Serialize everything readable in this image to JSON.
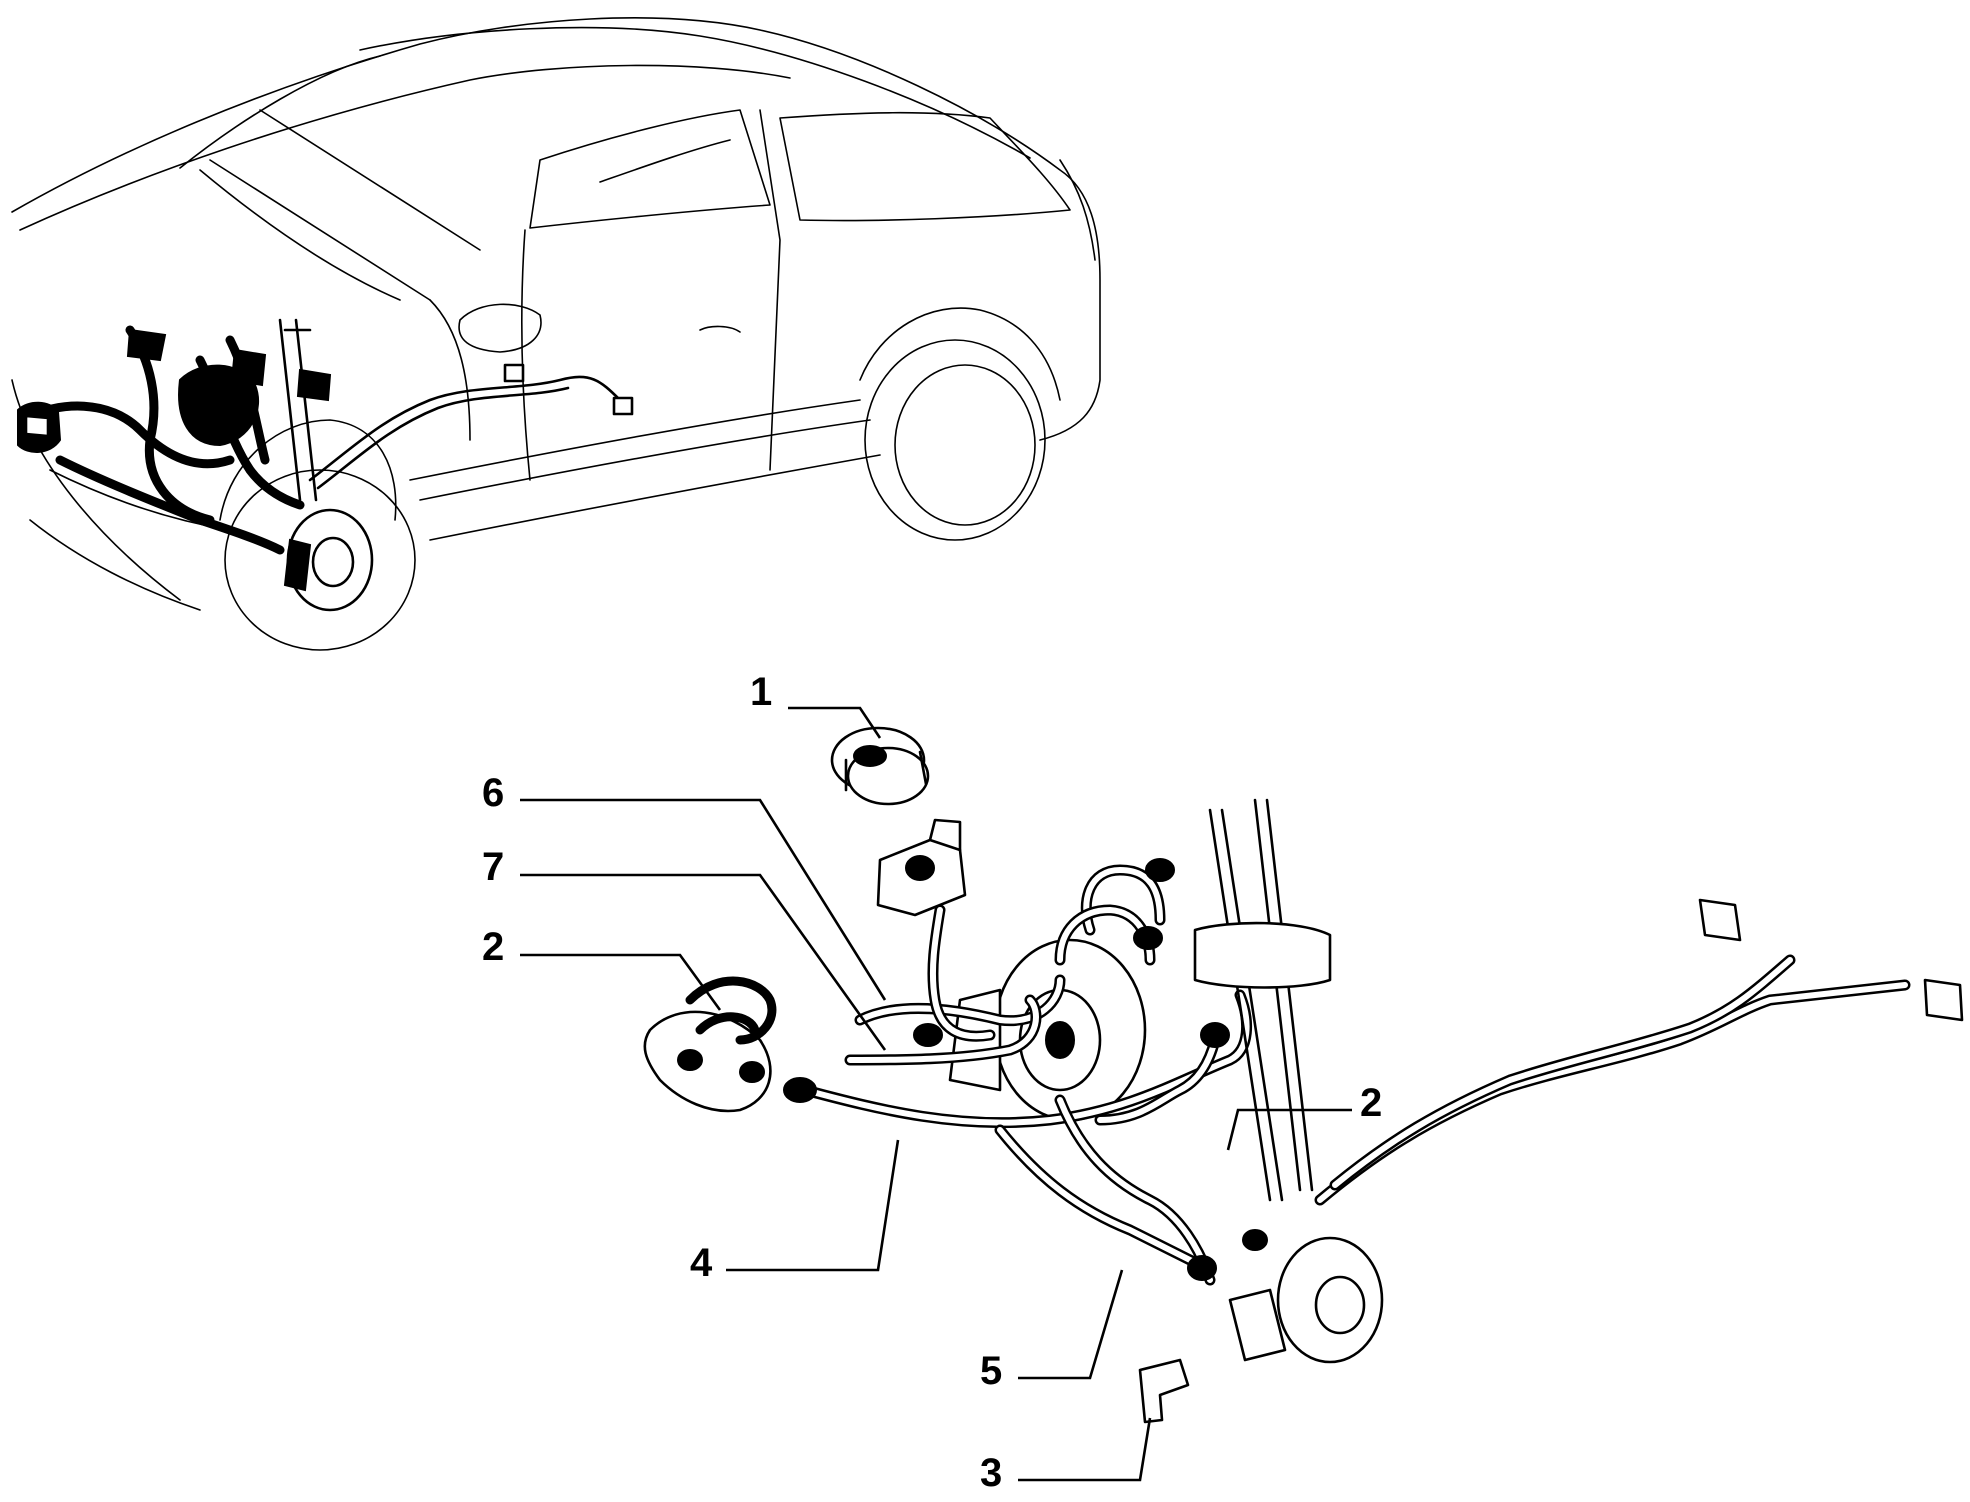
{
  "callouts": [
    {
      "id": "callout-1",
      "label": "1"
    },
    {
      "id": "callout-6",
      "label": "6"
    },
    {
      "id": "callout-7",
      "label": "7"
    },
    {
      "id": "callout-2-left",
      "label": "2"
    },
    {
      "id": "callout-2-right",
      "label": "2"
    },
    {
      "id": "callout-4",
      "label": "4"
    },
    {
      "id": "callout-5",
      "label": "5"
    },
    {
      "id": "callout-3",
      "label": "3"
    }
  ]
}
